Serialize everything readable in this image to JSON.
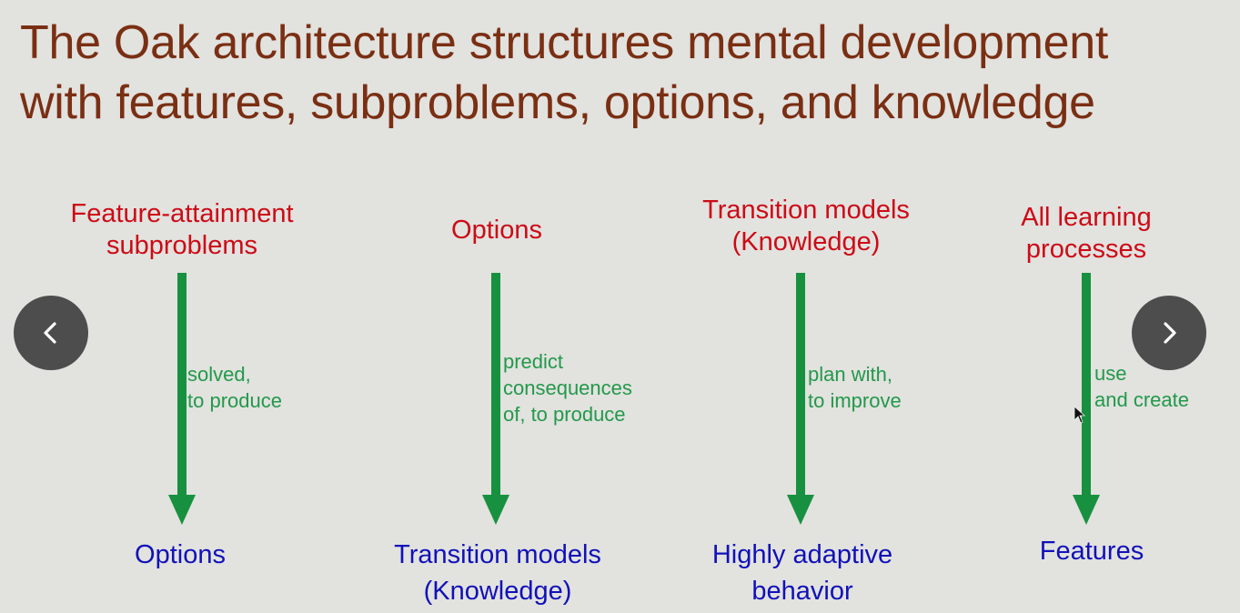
{
  "title": {
    "line1": "The Oak architecture structures mental development",
    "line2": "with features, subproblems, options, and knowledge"
  },
  "columns": [
    {
      "top": [
        "Feature-attainment",
        "subproblems"
      ],
      "middle": [
        "solved,",
        "to produce"
      ],
      "bottom": [
        "Options"
      ]
    },
    {
      "top": [
        "Options"
      ],
      "middle": [
        "predict",
        "consequences",
        "of, to produce"
      ],
      "bottom": [
        "Transition models",
        "(Knowledge)"
      ]
    },
    {
      "top": [
        "Transition models",
        "(Knowledge)"
      ],
      "middle": [
        "plan with,",
        "to improve"
      ],
      "bottom": [
        "Highly adaptive",
        "behavior"
      ]
    },
    {
      "top": [
        "All learning",
        "processes"
      ],
      "middle": [
        "use",
        "and create"
      ],
      "bottom": [
        "Features"
      ]
    }
  ],
  "nav": {
    "prev_icon": "chevron-left-icon",
    "next_icon": "chevron-right-icon"
  },
  "colors": {
    "title": "#7a2f13",
    "source_label": "#cc0b16",
    "relation_label": "#22994a",
    "result_label": "#1111b8",
    "arrow": "#17913f",
    "background": "#e2e2df"
  }
}
